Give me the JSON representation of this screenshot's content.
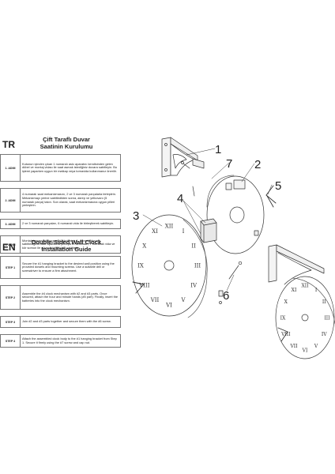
{
  "tr": {
    "code": "TR",
    "title_line1": "Çift Taraflı Duvar",
    "title_line2": "Saatinin Kurulumu",
    "steps": [
      {
        "label": "1. ADIM",
        "text": "Kutunun içinden çıkan 1 numaralı askı aparatını kendisinden gelen dübel ve montaj vidası ile saat asmak istediğiniz duvara sabitleyin. Bu işlemi yaparken uygun bir matkap veya tornavida kullanmanız önerilir."
      },
      {
        "label": "2. ADIM",
        "text": "4 numaralı saat mekanizmasını, 2 ve 3 numaralı parçalarla birleştirin. Mekanizmayı yerine sabitledikten sonra, akrep ve yelkovanı (5 numaralı parça) takın. Son olarak, saat mekanizmasına uygun pilleri yerleştirin."
      },
      {
        "label": "3. ADIM",
        "text": "2 ve 3 numaralı parçaları, 6 numaralı vida ile birleştirerek sabitleyin."
      },
      {
        "label": "4. ADIM",
        "text": "Montajı tamamladığınız saat gövdesini, 1. adımda duvara sabitlediğiniz askı aparatına yerleştirin. Ardından, 7 numaralı vida ve kör somun ile güvenli bir şekilde sabitleyin."
      }
    ]
  },
  "en": {
    "code": "EN",
    "title_line1": "Double-Sided Wall Clock",
    "title_line2": "Installation Guide",
    "steps": [
      {
        "label": "STEP 1",
        "text": "Secure the #1 hanging bracket to the desired wall position using the provided dowels and mounting screws. Use a suitable drill or screwdriver to ensure a firm attachment."
      },
      {
        "label": "STEP 2",
        "text": "Assemble the #4 clock mechanism with #2 and #3 parts. Once secured, attach the hour and minute hands (#5 part). Finally, insert the batteries into the clock mechanism."
      },
      {
        "label": "STEP 3",
        "text": "Join #2 and #3 parts together and secure them with the #6 screw."
      },
      {
        "label": "STEP 4",
        "text": "Attach the assembled clock body to the #1 hanging bracket from Step 1. Secure it firmly using the #7 screw and cap nut."
      }
    ]
  },
  "callouts": [
    "1",
    "2",
    "3",
    "4",
    "5",
    "6",
    "7"
  ],
  "numerals": [
    "XII",
    "I",
    "II",
    "III",
    "IV",
    "V",
    "VI",
    "VII",
    "VIII",
    "IX",
    "X",
    "XI"
  ]
}
